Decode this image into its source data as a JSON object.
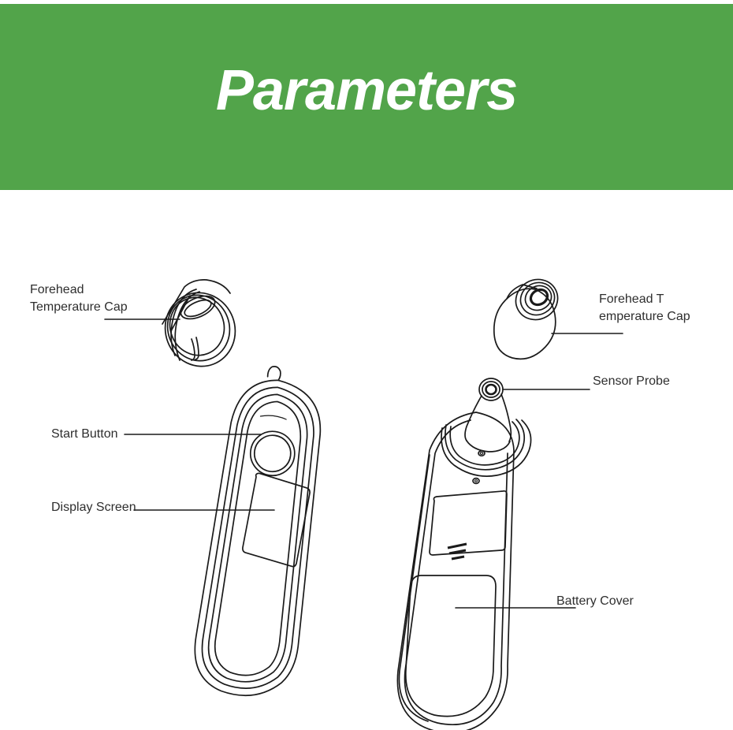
{
  "header": {
    "title": "Parameters",
    "background_color": "#52a44a",
    "text_color": "#ffffff"
  },
  "diagram": {
    "line_color": "#1a1a1a",
    "label_color": "#2e2e2e",
    "background_color": "#ffffff",
    "left_device": {
      "name": "Infrared thermometer — front view",
      "callouts": [
        {
          "id": "forehead-temperature-cap",
          "text": "Forehead\nTemperature Cap"
        },
        {
          "id": "start-button",
          "text": "Start Button"
        },
        {
          "id": "display-screen",
          "text": "Display Screen"
        }
      ]
    },
    "right_device": {
      "name": "Infrared thermometer — rear view",
      "callouts": [
        {
          "id": "forehead-temperature-cap",
          "text": "Forehead T\nemperature Cap"
        },
        {
          "id": "sensor-probe",
          "text": "Sensor Probe"
        },
        {
          "id": "battery-cover",
          "text": "Battery Cover"
        }
      ]
    }
  }
}
